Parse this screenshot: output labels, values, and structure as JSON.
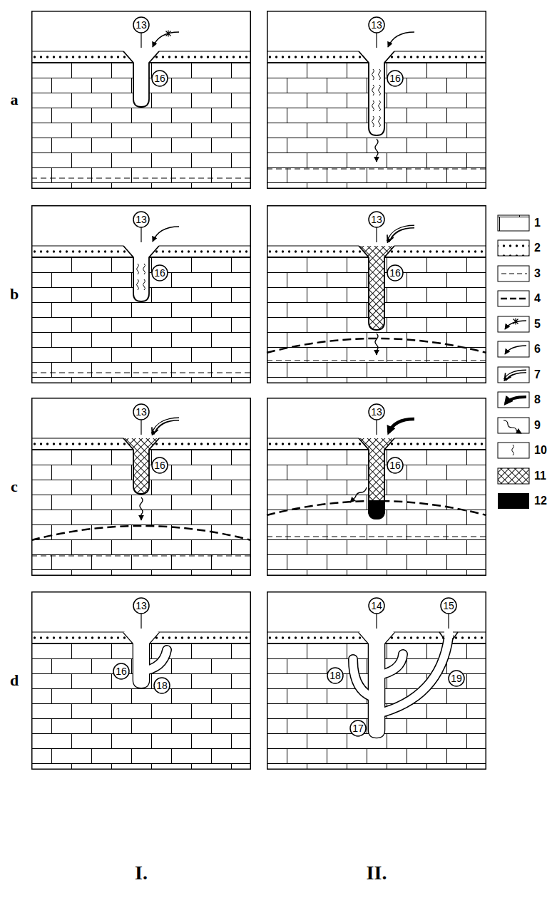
{
  "diagram": {
    "nodes": [
      {
        "text": [
          "13"
        ]
      },
      {
        "text": [
          "16"
        ]
      },
      {
        "text": [
          "13"
        ]
      },
      {
        "text": [
          "16"
        ]
      },
      {
        "text": [
          "13"
        ]
      },
      {
        "text": [
          "16"
        ]
      },
      {
        "text": [
          "13"
        ]
      },
      {
        "text": [
          "16"
        ]
      },
      {
        "text": [
          "13"
        ]
      },
      {
        "text": [
          "16"
        ]
      },
      {
        "text": [
          "13"
        ]
      },
      {
        "text": [
          "16"
        ]
      },
      {
        "text": [
          "13"
        ]
      },
      {
        "text": [
          "16"
        ]
      },
      {
        "text": [
          "18"
        ]
      },
      {
        "text": [
          "14"
        ]
      },
      {
        "text": [
          "15"
        ]
      },
      {
        "text": [
          "18"
        ]
      },
      {
        "text": [
          "19"
        ]
      },
      {
        "text": [
          "17"
        ]
      }
    ],
    "labels": [
      "a",
      "b",
      "c",
      "d",
      "I.",
      "II."
    ],
    "legend": [
      {
        "text": "1"
      },
      {
        "text": "2"
      },
      {
        "text": "3"
      },
      {
        "text": "4"
      },
      {
        "text": "5"
      },
      {
        "text": "6"
      },
      {
        "text": "7"
      },
      {
        "text": "8"
      },
      {
        "text": "9"
      },
      {
        "text": "10"
      },
      {
        "text": "11"
      },
      {
        "text": "12",
        "color": "#000000"
      }
    ]
  }
}
